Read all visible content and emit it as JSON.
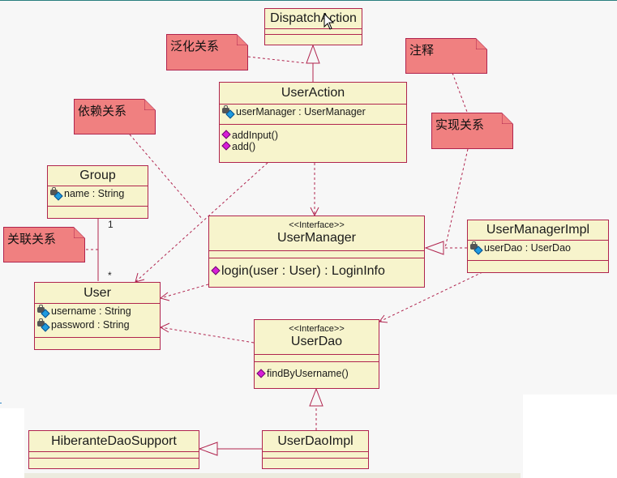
{
  "diagram": {
    "type": "UML class diagram",
    "colors": {
      "class_fill": "#f7f4cc",
      "border": "#b0244e",
      "note_fill": "#f08080",
      "attribute_icon": "#1e9be0",
      "operation_icon": "#d81ed8"
    }
  },
  "classes": {
    "dispatch_action": {
      "name": "DispatchAction",
      "attributes": [],
      "operations": []
    },
    "user_action": {
      "name": "UserAction",
      "attributes": [
        "userManager : UserManager"
      ],
      "operations": [
        "addInput()",
        "add()"
      ]
    },
    "group": {
      "name": "Group",
      "attributes": [
        "name : String"
      ],
      "operations": []
    },
    "user_manager": {
      "stereotype": "<<Interface>>",
      "name": "UserManager",
      "attributes": [],
      "operations": [
        "login(user : User) : LoginInfo"
      ]
    },
    "user_manager_impl": {
      "name": "UserManagerImpl",
      "attributes": [
        "userDao : UserDao"
      ],
      "operations": []
    },
    "user": {
      "name": "User",
      "attributes": [
        "username : String",
        "password : String"
      ],
      "operations": []
    },
    "user_dao": {
      "stereotype": "<<Interface>>",
      "name": "UserDao",
      "attributes": [],
      "operations": [
        "findByUsername()"
      ]
    },
    "hibernate_dao_support": {
      "name": "HiberanteDaoSupport",
      "attributes": [],
      "operations": []
    },
    "user_dao_impl": {
      "name": "UserDaoImpl",
      "attributes": [],
      "operations": []
    }
  },
  "notes": {
    "generalization": "泛化关系",
    "annotation": "注释",
    "dependency": "依赖关系",
    "realization": "实现关系",
    "association": "关联关系"
  },
  "multiplicities": {
    "group_end": "1",
    "user_end": "*"
  },
  "relationships": [
    {
      "from": "UserAction",
      "to": "DispatchAction",
      "kind": "generalization"
    },
    {
      "from": "UserAction",
      "to": "UserManager",
      "kind": "dependency"
    },
    {
      "from": "UserAction",
      "to": "User",
      "kind": "dependency"
    },
    {
      "from": "UserManager",
      "to": "User",
      "kind": "dependency"
    },
    {
      "from": "UserManagerImpl",
      "to": "UserManager",
      "kind": "realization"
    },
    {
      "from": "UserManagerImpl",
      "to": "UserDao",
      "kind": "dependency"
    },
    {
      "from": "UserDao",
      "to": "User",
      "kind": "dependency"
    },
    {
      "from": "UserDaoImpl",
      "to": "UserDao",
      "kind": "realization"
    },
    {
      "from": "UserDaoImpl",
      "to": "HiberanteDaoSupport",
      "kind": "generalization"
    },
    {
      "from": "Group",
      "to": "User",
      "kind": "association"
    }
  ]
}
